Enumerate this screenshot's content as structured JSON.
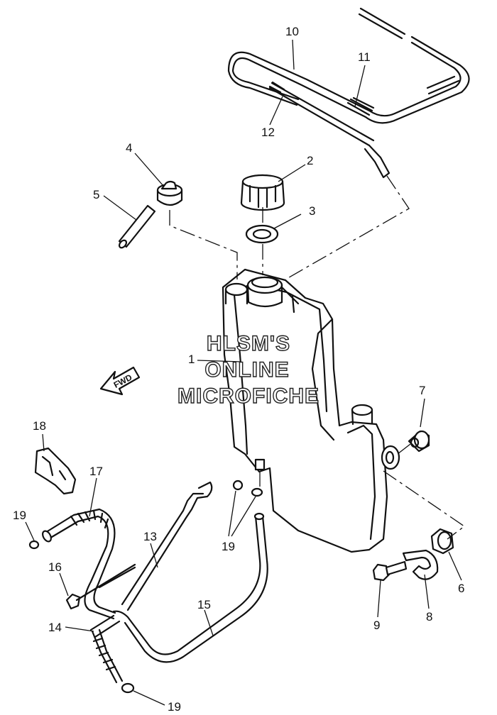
{
  "watermark": {
    "line1": "HLSM'S",
    "line2": "ONLINE",
    "line3": "MICROFICHE"
  },
  "direction_arrow": "FWD",
  "callouts": {
    "c1": "1",
    "c2": "2",
    "c3": "3",
    "c4": "4",
    "c5": "5",
    "c6": "6",
    "c7": "7",
    "c8": "8",
    "c9": "9",
    "c10": "10",
    "c11": "11",
    "c12": "12",
    "c13": "13",
    "c14": "14",
    "c15": "15",
    "c16": "16",
    "c17": "17",
    "c18": "18",
    "c19a": "19",
    "c19b": "19",
    "c19c": "19"
  }
}
